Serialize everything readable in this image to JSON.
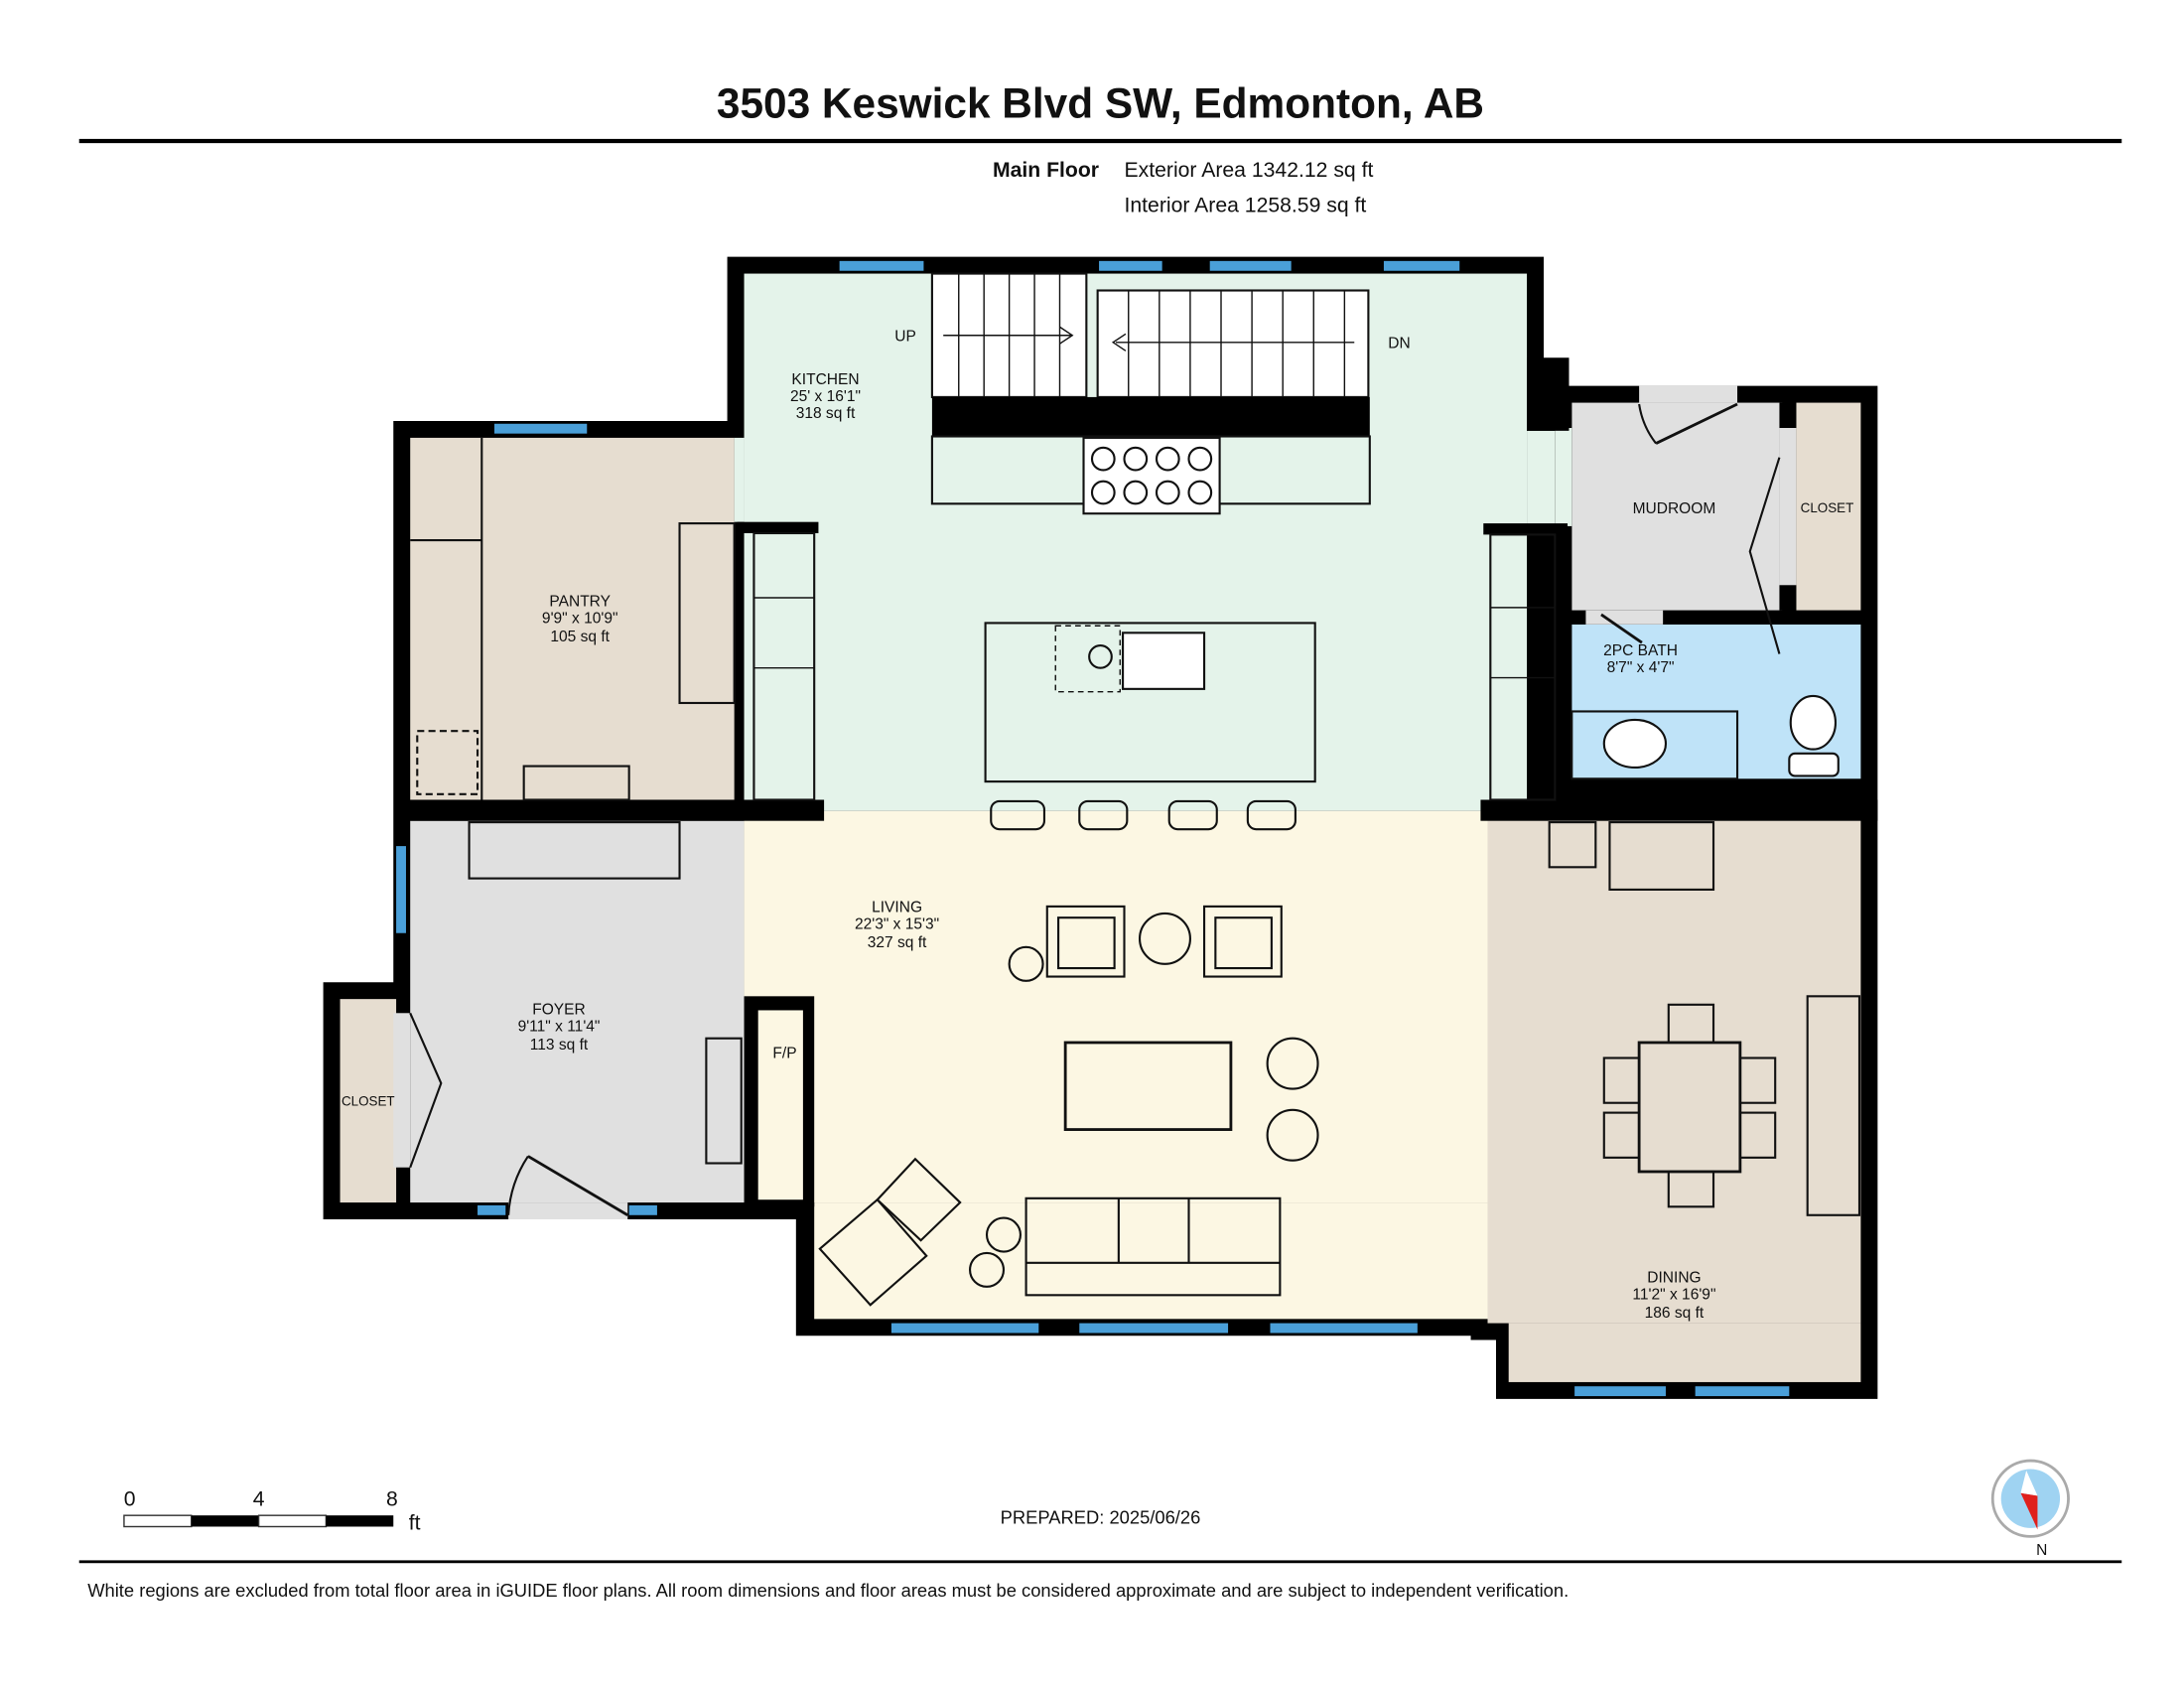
{
  "header": {
    "title": "3503 Keswick Blvd SW, Edmonton, AB",
    "floor_name": "Main Floor",
    "exterior_area": "Exterior Area 1342.12 sq ft",
    "interior_area": "Interior Area 1258.59 sq ft"
  },
  "rooms": {
    "kitchen": {
      "name": "KITCHEN",
      "dims": "25' x 16'1\"",
      "area": "318 sq ft"
    },
    "pantry": {
      "name": "PANTRY",
      "dims": "9'9\" x 10'9\"",
      "area": "105 sq ft"
    },
    "foyer": {
      "name": "FOYER",
      "dims": "9'11\" x 11'4\"",
      "area": "113 sq ft"
    },
    "living": {
      "name": "LIVING",
      "dims": "22'3\" x 15'3\"",
      "area": "327 sq ft"
    },
    "dining": {
      "name": "DINING",
      "dims": "11'2\" x 16'9\"",
      "area": "186 sq ft"
    },
    "mudroom": {
      "name": "MUDROOM"
    },
    "closet_right": {
      "name": "CLOSET"
    },
    "closet_left": {
      "name": "CLOSET"
    },
    "bath": {
      "name": "2PC BATH",
      "dims": "8'7\" x 4'7\""
    },
    "fireplace": {
      "name": "F/P"
    }
  },
  "stairs": {
    "up_label": "UP",
    "down_label": "DN"
  },
  "scale_bar": {
    "ticks": [
      "0",
      "4",
      "8"
    ],
    "unit": "ft"
  },
  "prepared": "PREPARED: 2025/06/26",
  "compass": {
    "label": "N"
  },
  "disclaimer": "White regions are excluded from total floor area in iGUIDE floor plans. All room dimensions and floor areas must be considered approximate and are subject to independent verification.",
  "colors": {
    "kitchen": "#e4f3ea",
    "living": "#fcf7e3",
    "beige": "#e6ddd0",
    "grey": "#e0e0e0",
    "bath": "#bfe3f8",
    "window": "#4a9fd8",
    "wall": "#000000"
  }
}
